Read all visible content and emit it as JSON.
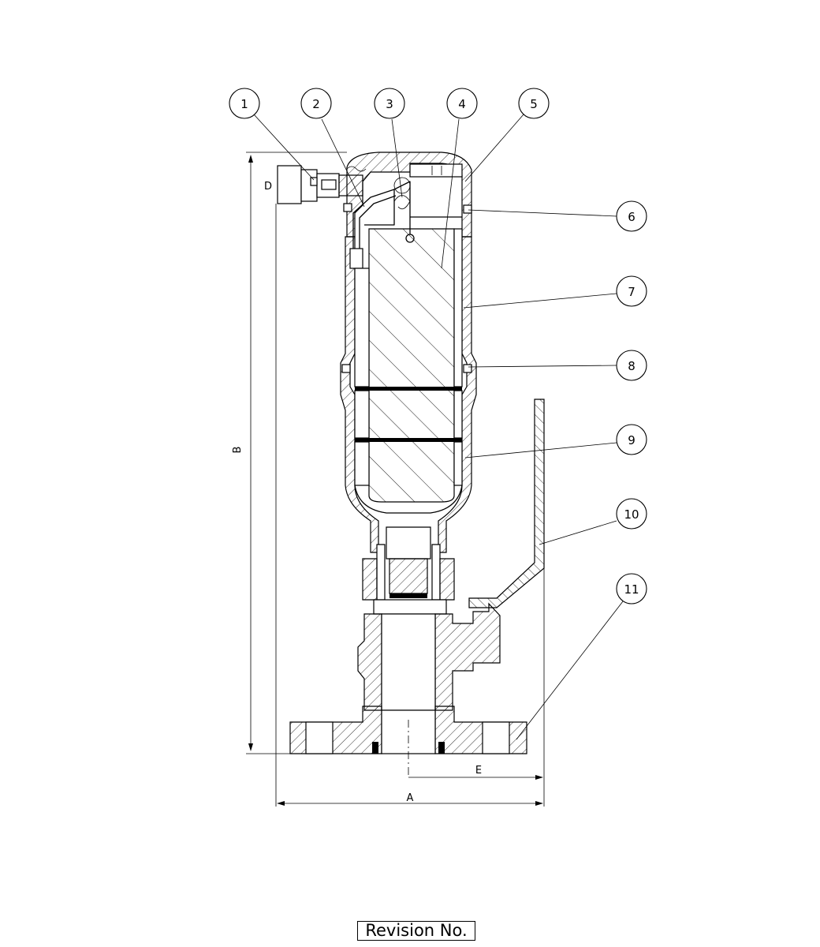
{
  "balloons": [
    "1",
    "2",
    "3",
    "4",
    "5",
    "6",
    "7",
    "8",
    "9",
    "10",
    "11"
  ],
  "dimensions": {
    "A": "A",
    "B": "B",
    "D": "D",
    "E": "E"
  },
  "title_block": {
    "revision_label": "Revision No."
  }
}
